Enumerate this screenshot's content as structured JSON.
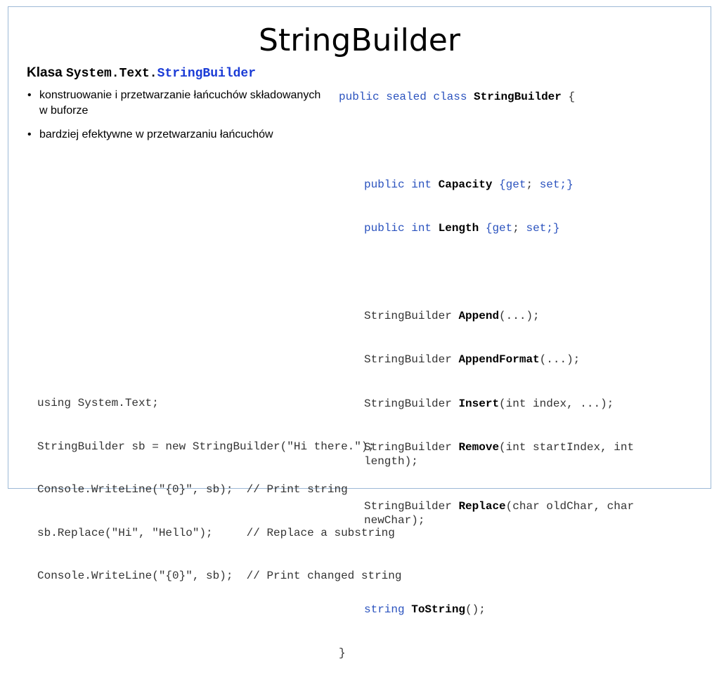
{
  "title": "StringBuilder",
  "heading": {
    "prefix": "Klasa ",
    "namespace": "System.Text.",
    "class_name": "StringBuilder"
  },
  "bullets": [
    "konstruowanie i przetwarzanie łańcuchów składowanych w buforze",
    "bardziej efektywne w przetwarzaniu łańcuchów"
  ],
  "class_def": {
    "decl_kw": "public sealed class",
    "decl_name": "StringBuilder",
    "open_brace": "{",
    "close_brace": "}",
    "properties": [
      {
        "mod": "public int",
        "name": "Capacity",
        "open": "{",
        "get": "get",
        "sep": ";",
        "set": "set",
        "close": ";}"
      },
      {
        "mod": "public int",
        "name": "Length",
        "open": "{",
        "get": "get",
        "sep": ";",
        "set": "set",
        "close": ";}"
      }
    ],
    "methods": [
      {
        "ret": "StringBuilder",
        "name": "Append",
        "args": "(...);",
        "cont": ""
      },
      {
        "ret": "StringBuilder",
        "name": "AppendFormat",
        "args": "(...);",
        "cont": ""
      },
      {
        "ret": "StringBuilder",
        "name": "Insert",
        "args": "(int index, ...);",
        "cont": ""
      },
      {
        "ret": "StringBuilder",
        "name": "Remove",
        "args": "(int startIndex, int",
        "cont": "length);"
      },
      {
        "ret": "StringBuilder",
        "name": "Replace",
        "args": "(char oldChar, char",
        "cont": "newChar);"
      }
    ],
    "tostring": {
      "ret": "string",
      "name": "ToString",
      "args": "();"
    }
  },
  "usage_code": [
    "using System.Text;",
    "StringBuilder sb = new StringBuilder(\"Hi there.\");",
    "Console.WriteLine(\"{0}\", sb);  // Print string",
    "sb.Replace(\"Hi\", \"Hello\");     // Replace a substring",
    "Console.WriteLine(\"{0}\", sb);  // Print changed string"
  ],
  "colors": {
    "keyword": "#2a52be",
    "heading_class": "#1a3bd6",
    "frame": "#9db9d6"
  }
}
